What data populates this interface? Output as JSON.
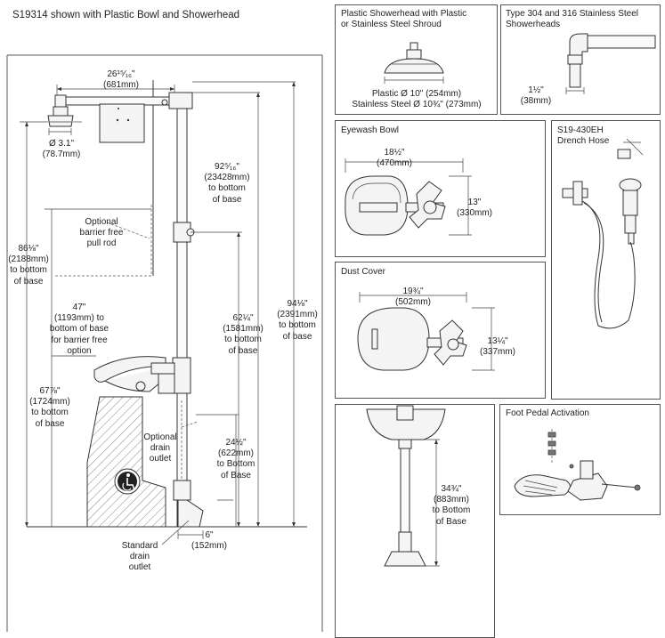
{
  "main": {
    "title": "S19314 shown with Plastic Bowl and Showerhead",
    "dim_width_in": "26¹⁵⁄₁₆\"",
    "dim_width_mm": "(681mm)",
    "dim_shower_dia": "Ø 3.1\"\n(78.7mm)",
    "dim_92": "92⁵⁄₁₆\"\n(23428mm)\nto bottom\nof base",
    "dim_86": "86⅛\"\n(2188mm)\nto bottom\nof base",
    "optional_pull_rod": "Optional\nbarrier free\npull rod",
    "dim_47": "47\"\n(1193mm) to\nbottom of base\nfor barrier free\noption",
    "dim_62": "62¼\"\n(1581mm)\nto bottom\nof base",
    "dim_94": "94⅛\"\n(2391mm)\nto bottom\nof base",
    "dim_67": "67⅞\"\n(1724mm)\nto bottom\nof base",
    "optional_drain": "Optional\ndrain\noutlet",
    "dim_24": "24½\"\n(622mm)\nto Bottom\nof Base",
    "dim_6": "6\"\n(152mm)",
    "standard_drain": "Standard\ndrain\noutlet"
  },
  "showerhead_panel": {
    "title": "Plastic Showerhead with Plastic\nor Stainless Steel Shroud",
    "caption": "Plastic Ø 10\" (254mm)\nStainless Steel Ø 10¾\" (273mm)"
  },
  "ss_showerhead_panel": {
    "title": "Type 304 and 316 Stainless Steel\nShowerheads",
    "dim": "1½\"\n(38mm)"
  },
  "eyewash_panel": {
    "title": "Eyewash Bowl",
    "dim_width": "18½\"\n(470mm)",
    "dim_height": "13\"\n(330mm)"
  },
  "drench_panel": {
    "title": "S19-430EH\nDrench Hose"
  },
  "dust_cover_panel": {
    "title": "Dust Cover",
    "dim_width": "19¾\"\n(502mm)",
    "dim_height": "13¼\"\n(337mm)"
  },
  "pedestal_panel": {
    "dim_height": "34¾\"\n(883mm)\nto Bottom\nof Base"
  },
  "foot_pedal_panel": {
    "title": "Foot Pedal Activation"
  }
}
